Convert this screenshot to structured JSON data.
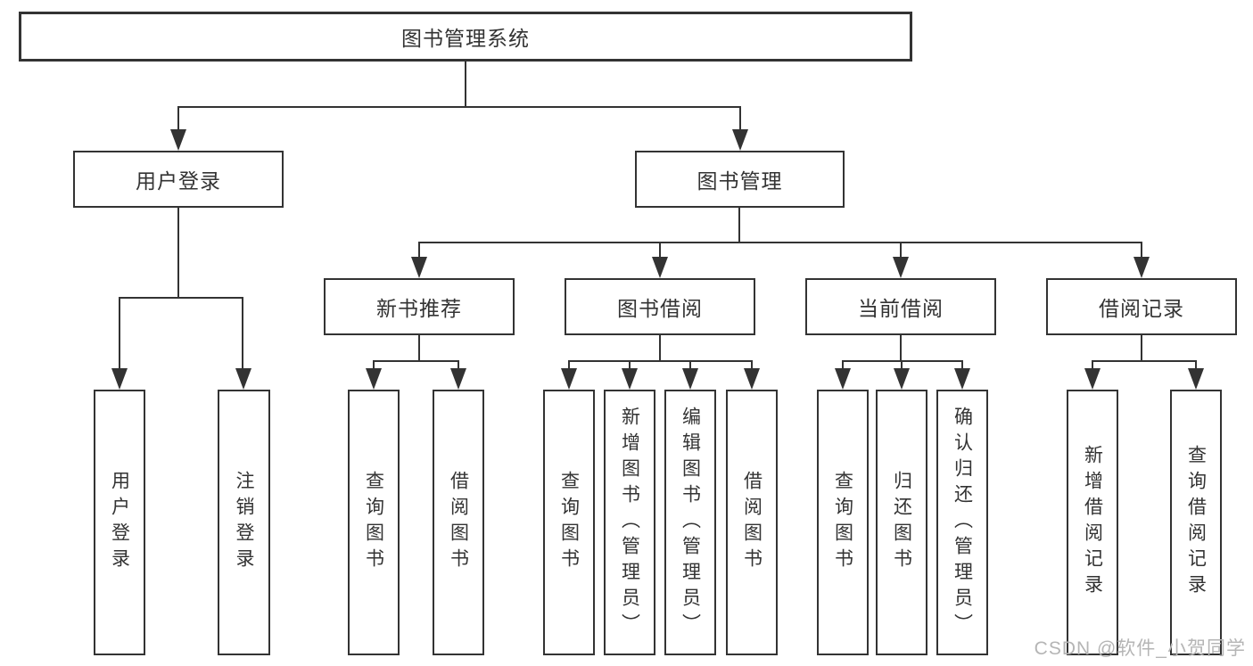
{
  "diagram_type": "hierarchy-tree",
  "colors": {
    "stroke": "#333333",
    "text": "#333333",
    "background": "#ffffff",
    "watermark_text": "#b5b5b5"
  },
  "root": {
    "label": "图书管理系统"
  },
  "login": {
    "label": "用户登录",
    "children": [
      {
        "label": "用户登录"
      },
      {
        "label": "注销登录"
      }
    ]
  },
  "mgmt": {
    "label": "图书管理",
    "groups": [
      {
        "label": "新书推荐",
        "children": [
          {
            "label": "查询图书"
          },
          {
            "label": "借阅图书"
          }
        ]
      },
      {
        "label": "图书借阅",
        "children": [
          {
            "label": "查询图书"
          },
          {
            "label": "新增图书（管理员）"
          },
          {
            "label": "编辑图书（管理员）"
          },
          {
            "label": "借阅图书"
          }
        ]
      },
      {
        "label": "当前借阅",
        "children": [
          {
            "label": "查询图书"
          },
          {
            "label": "归还图书"
          },
          {
            "label": "确认归还（管理员）"
          }
        ]
      },
      {
        "label": "借阅记录",
        "children": [
          {
            "label": "新增借阅记录"
          },
          {
            "label": "查询借阅记录"
          }
        ]
      }
    ]
  },
  "watermark": "CSDN @软件_小贺同学"
}
